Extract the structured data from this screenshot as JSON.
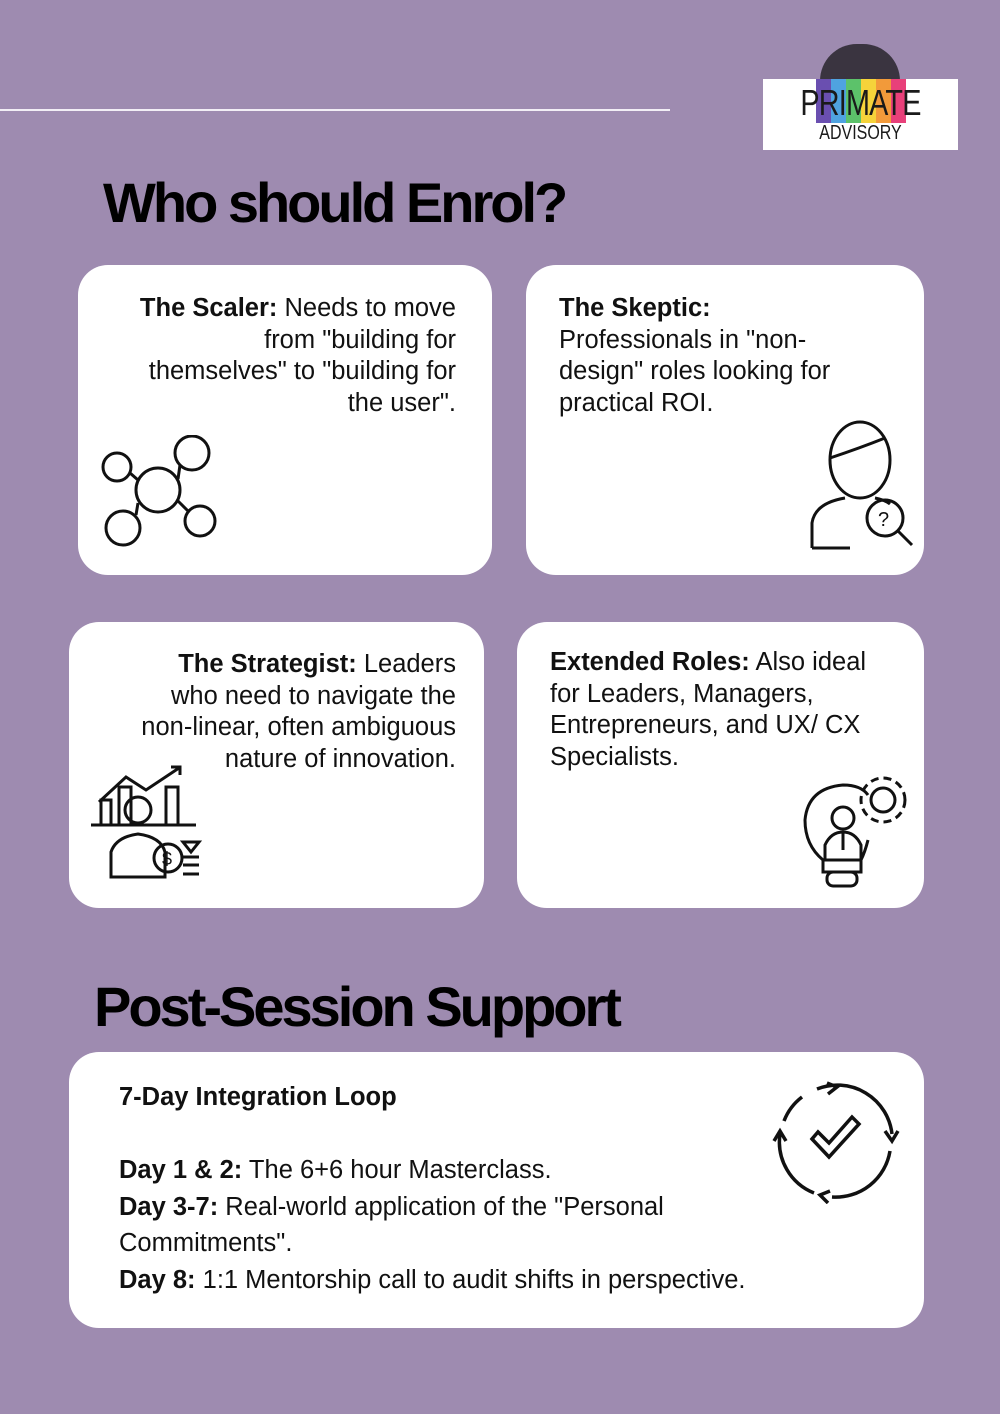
{
  "logo": {
    "word1": "PRIMATE",
    "word2": "ADVISORY",
    "stripe_colors": [
      "#6a4fb0",
      "#4fa3e0",
      "#5cc26a",
      "#f5d33a",
      "#f29a3a",
      "#e8407a"
    ]
  },
  "enrol": {
    "title": "Who should Enrol?",
    "cards": [
      {
        "bold": "The Scaler:",
        "text": " Needs to move from \"building for themselves\" to \"building for the user\".",
        "icon": "network-people-icon"
      },
      {
        "bold": "The Skeptic:",
        "text": " Professionals in \"non-design\" roles looking for practical ROI.",
        "icon": "person-question-magnifier-icon"
      },
      {
        "bold": "The Strategist:",
        "text": " Leaders who need to navigate the non-linear, often ambiguous nature of innovation.",
        "icon": "businessman-growth-chart-icon"
      },
      {
        "bold": "Extended Roles:",
        "text": " Also ideal for Leaders, Managers, Entrepreneurs, and UX/ CX Specialists.",
        "icon": "lightbulb-gear-person-icon"
      }
    ]
  },
  "support": {
    "title": "Post-Session Support",
    "heading": "7-Day Integration Loop",
    "items": [
      {
        "bold": "Day 1 & 2:",
        "text": " The 6+6 hour Masterclass."
      },
      {
        "bold": "Day 3-7:",
        "text": " Real-world application of the \"Personal Commitments\"."
      },
      {
        "bold": "Day 8:",
        "text": " 1:1 Mentorship call to audit shifts in perspective."
      }
    ],
    "icon": "cycle-check-icon"
  }
}
